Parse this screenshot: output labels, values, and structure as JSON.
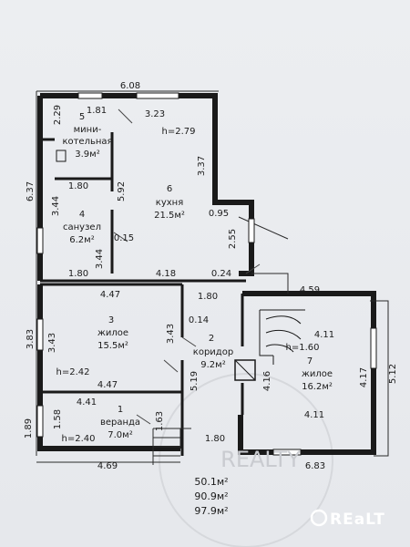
{
  "dimensions": {
    "top_width": "6.08",
    "left_height": "6.37",
    "d_2_29": "2.29",
    "d_1_81": "1.81",
    "d_3_23": "3.23",
    "d_3_37": "3.37",
    "d_1_80_top": "1.80",
    "d_5_92": "5.92",
    "d_3_44_left": "3.44",
    "d_3_44_mid": "3.44",
    "d_0_15": "0.15",
    "d_0_95": "0.95",
    "d_2_55": "2.55",
    "d_1_80_wc": "1.80",
    "d_4_18": "4.18",
    "d_0_24": "0.24",
    "d_4_59": "4.59",
    "d_4_47_top": "4.47",
    "d_1_80_corr": "1.80",
    "d_3_83": "3.83",
    "d_3_43_left": "3.43",
    "d_3_43_mid": "3.43",
    "d_0_14": "0.14",
    "d_4_11_top": "4.11",
    "d_4_47_bot": "4.47",
    "d_4_41": "4.41",
    "d_5_19": "5.19",
    "d_4_16": "4.16",
    "d_4_17": "4.17",
    "d_5_12": "5.12",
    "d_1_89": "1.89",
    "d_1_58": "1.58",
    "d_1_63": "1.63",
    "d_1_80_bot": "1.80",
    "d_4_11_bot": "4.11",
    "d_4_69": "4.69",
    "d_6_83": "6.83"
  },
  "rooms": {
    "r5_num": "5",
    "r5_name1": "мини-",
    "r5_name2": "котельная",
    "r5_area": "3.9м²",
    "r6_num": "6",
    "r6_name": "кухня",
    "r6_area": "21.5м²",
    "r4_num": "4",
    "r4_name": "санузел",
    "r4_area": "6.2м²",
    "r3_num": "3",
    "r3_name": "жилое",
    "r3_area": "15.5м²",
    "r2_num": "2",
    "r2_name": "коридор",
    "r2_area": "9.2м²",
    "r7_num": "7",
    "r7_name": "жилое",
    "r7_area": "16.2м²",
    "r1_num": "1",
    "r1_name": "веранда",
    "r1_area": "7.0м²"
  },
  "heights": {
    "h1": "h=2.79",
    "h2": "h=2.42",
    "h3": "h=1.60",
    "h4": "h=2.40"
  },
  "totals": {
    "t1": "50.1м²",
    "t2": "90.9м²",
    "t3": "97.9м²"
  },
  "watermark": {
    "center": "REALTY",
    "corner": "REaLT"
  }
}
